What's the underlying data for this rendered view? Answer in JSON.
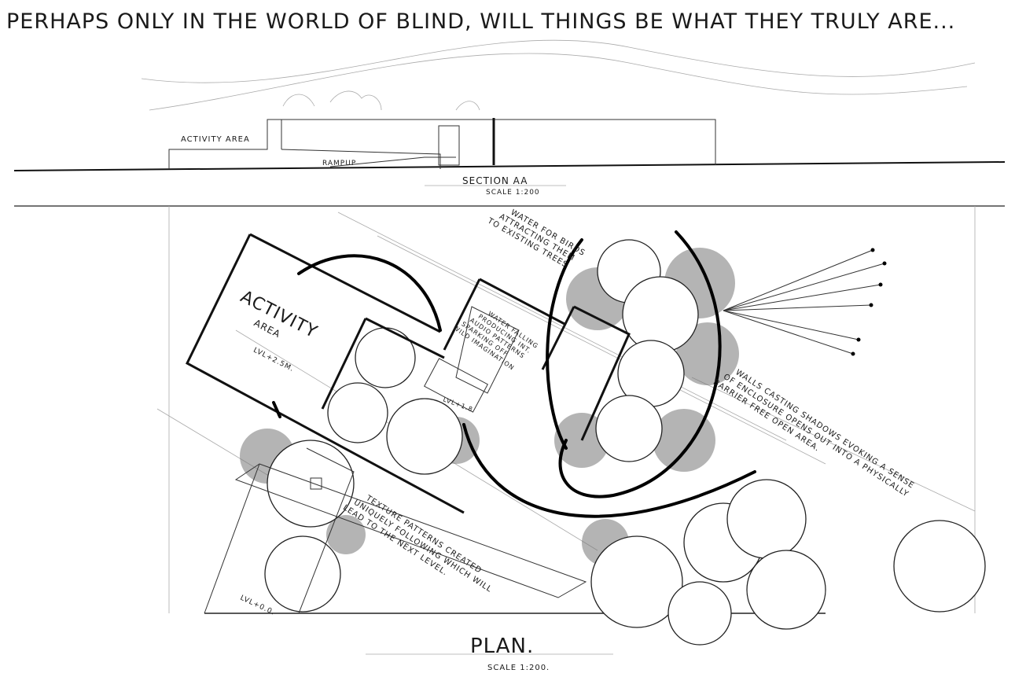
{
  "title": "PERHAPS ONLY IN THE WORLD OF BLIND, WILL THINGS BE WHAT THEY TRULY ARE...",
  "section": {
    "activity_label": "ACTIVITY AREA",
    "ramp_label": "RAMPUP",
    "title": "SECTION AA",
    "scale": "SCALE 1:200"
  },
  "plan": {
    "activity_title": "ACTIVITY",
    "activity_sub": "AREA",
    "activity_level": "LVL+2.5M.",
    "stair_level": "LVL+1.8",
    "ground_level": "LVL+0.0.",
    "water_birds": [
      "WATER FOR BIRDS",
      "ATTRACTING THEM",
      "TO EXISTING TREES"
    ],
    "water_falling": [
      "WATER FALLING",
      "PRODUCING INT.",
      "AUDIO PATTERNS",
      "SPARKING OFF",
      "WILD IMAGINATION"
    ],
    "walls_note": [
      "WALLS CASTING SHADOWS EVOKING A SENSE",
      "OF ENCLOSURE OPENS OUT INTO A PHYSICALLY",
      "BARRIER FREE OPEN AREA."
    ],
    "texture_note": [
      "TEXTURE PATTERNS CREATED",
      "UNIQUELY FOLLOWING WHICH WILL",
      "LEAD TO THE NEXT LEVEL."
    ],
    "title": "PLAN.",
    "scale": "SCALE 1:200."
  }
}
